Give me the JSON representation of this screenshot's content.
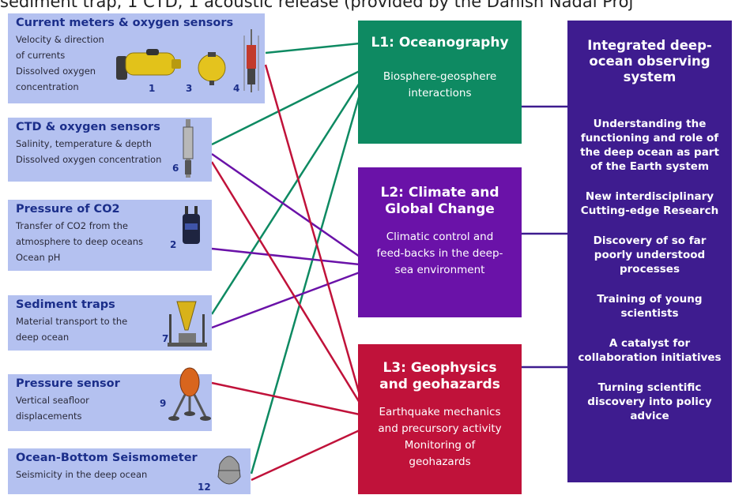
{
  "header": {
    "text": "sediment trap, 1 CTD, 1 acoustic release (provided by the Danish Nadal Proj"
  },
  "sensors": [
    {
      "title": "Current meters & oxygen sensors",
      "lines": [
        "Velocity & direction",
        "of currents",
        "Dissolved oxygen",
        "concentration"
      ],
      "numbers": [
        "1",
        "3",
        "4"
      ]
    },
    {
      "title": "CTD & oxygen sensors",
      "lines": [
        "Salinity, temperature & depth",
        "Dissolved oxygen concentration"
      ],
      "numbers": [
        "6"
      ]
    },
    {
      "title": "Pressure of CO2",
      "lines": [
        "Transfer of CO2 from the",
        "atmosphere to deep oceans",
        "Ocean pH"
      ],
      "numbers": [
        "2"
      ]
    },
    {
      "title": "Sediment traps",
      "lines": [
        "Material transport to the",
        "deep ocean"
      ],
      "numbers": [
        "7"
      ]
    },
    {
      "title": "Pressure sensor",
      "lines": [
        "Vertical seafloor",
        "displacements"
      ],
      "numbers": [
        "9"
      ]
    },
    {
      "title": "Ocean-Bottom Seismometer",
      "lines": [
        "Seismicity in the deep ocean"
      ],
      "numbers": [
        "12"
      ]
    }
  ],
  "themes": [
    {
      "title": "L1: Oceanography",
      "desc": "Biosphere-geosphere interactions",
      "color": "#0e8a62"
    },
    {
      "title": "L2: Climate and Global Change",
      "desc": "Climatic control and feed-backs in the deep-sea environment",
      "color": "#6a12a8"
    },
    {
      "title": "L3: Geophysics and geohazards",
      "desc": "Earthquake mechanics and precursory activity Monitoring of geohazards",
      "color": "#c0123a"
    }
  ],
  "outcome": {
    "title": "Integrated deep-ocean observing system",
    "items": [
      "Understanding the functioning and role of the deep ocean as part of the Earth system",
      "New interdisciplinary Cutting-edge Research",
      "Discovery of so far poorly understood processes",
      "Training of young scientists",
      "A catalyst for collaboration initiatives",
      "Turning scientific discovery into policy advice"
    ],
    "color": "#3e1c8f"
  },
  "link_colors": {
    "oceanography": "#0e8a62",
    "climate": "#6a12a8",
    "geophysics": "#c0123a",
    "outcome": "#3e1c8f"
  }
}
